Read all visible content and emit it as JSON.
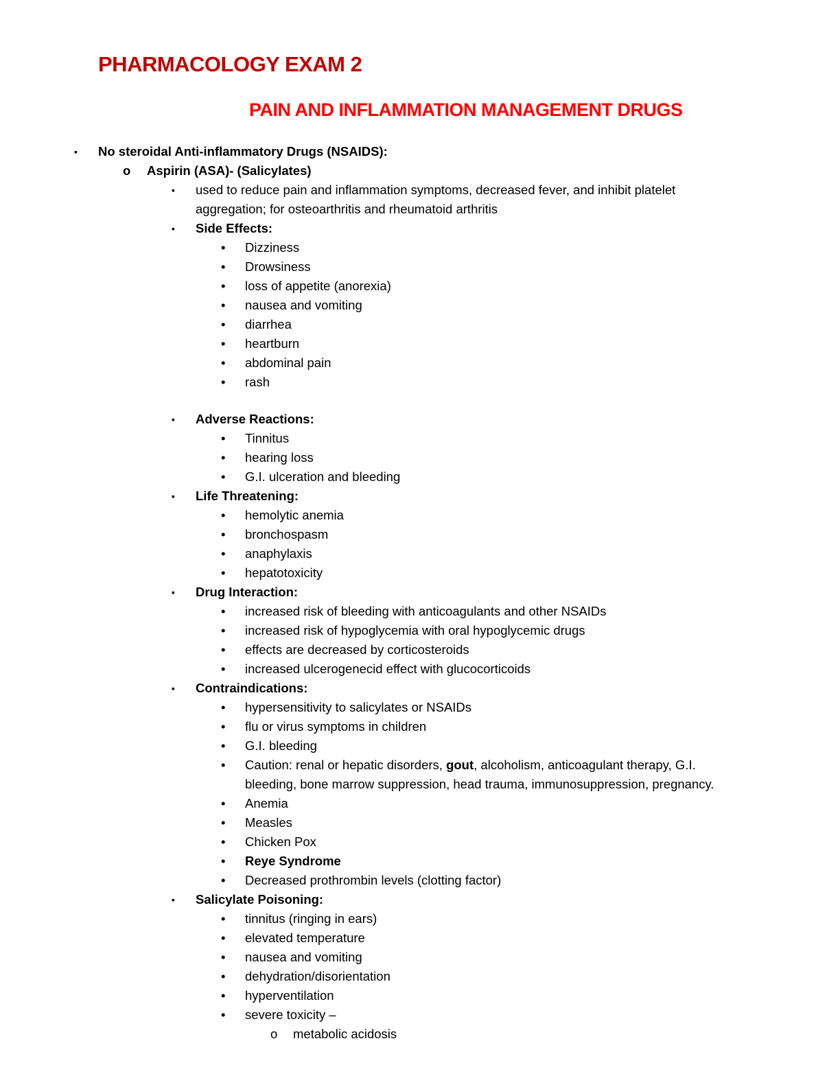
{
  "title": "PHARMACOLOGY EXAM 2",
  "subtitle": "PAIN AND INFLAMMATION MANAGEMENT DRUGS",
  "colors": {
    "title": "#C00000",
    "subtitle": "#FF0000",
    "highlight": "#00FF00"
  },
  "section": {
    "heading": "No steroidal Anti-inflammatory Drugs (NSAIDS):",
    "drug": {
      "name": "Aspirin (ASA)- (Salicylates)",
      "description": "used to reduce pain and inflammation symptoms, decreased fever, and inhibit platelet aggregation; for osteoarthritis and rheumatoid arthritis",
      "groups": [
        {
          "heading": "Side Effects:",
          "items": [
            "Dizziness",
            "Drowsiness",
            "loss of appetite (anorexia)",
            "nausea and vomiting",
            "diarrhea",
            "heartburn",
            "abdominal pain",
            "rash"
          ]
        },
        {
          "heading": "Adverse Reactions:",
          "items": [
            "Tinnitus",
            "hearing loss",
            "G.I. ulceration and bleeding"
          ]
        },
        {
          "heading": "Life Threatening:",
          "items": [
            "hemolytic anemia",
            "bronchospasm",
            "anaphylaxis",
            "hepatotoxicity"
          ]
        },
        {
          "heading": "Drug Interaction:",
          "items": [
            "increased risk of bleeding with anticoagulants and other NSAIDs",
            "increased risk of hypoglycemia with oral hypoglycemic drugs",
            "effects are decreased by corticosteroids",
            "increased ulcerogenecid effect with glucocorticoids"
          ]
        },
        {
          "heading": "Contraindications:",
          "items": [
            "hypersensitivity to salicylates or NSAIDs",
            "flu or virus symptoms in children",
            "G.I. bleeding",
            {
              "segments": [
                {
                  "text": "Caution: renal or hepatic disorders, "
                },
                {
                  "text": "gout",
                  "bold": true
                },
                {
                  "text": ", alcoholism, anticoagulant therapy, G.I. bleeding, bone marrow suppression, head trauma, immunosuppression, pregnancy."
                }
              ]
            },
            "Anemia",
            "Measles",
            "Chicken Pox",
            {
              "segments": [
                {
                  "text": "Reye Syndrome",
                  "bold": true
                }
              ]
            },
            "Decreased prothrombin levels (clotting factor)"
          ]
        },
        {
          "heading": "Salicylate Poisoning:",
          "items": [
            "tinnitus (ringing in ears)",
            "elevated temperature",
            "nausea and vomiting",
            "dehydration/disorientation",
            "hyperventilation",
            {
              "text": "severe toxicity –",
              "sub": [
                "metabolic acidosis"
              ]
            }
          ]
        }
      ]
    }
  }
}
